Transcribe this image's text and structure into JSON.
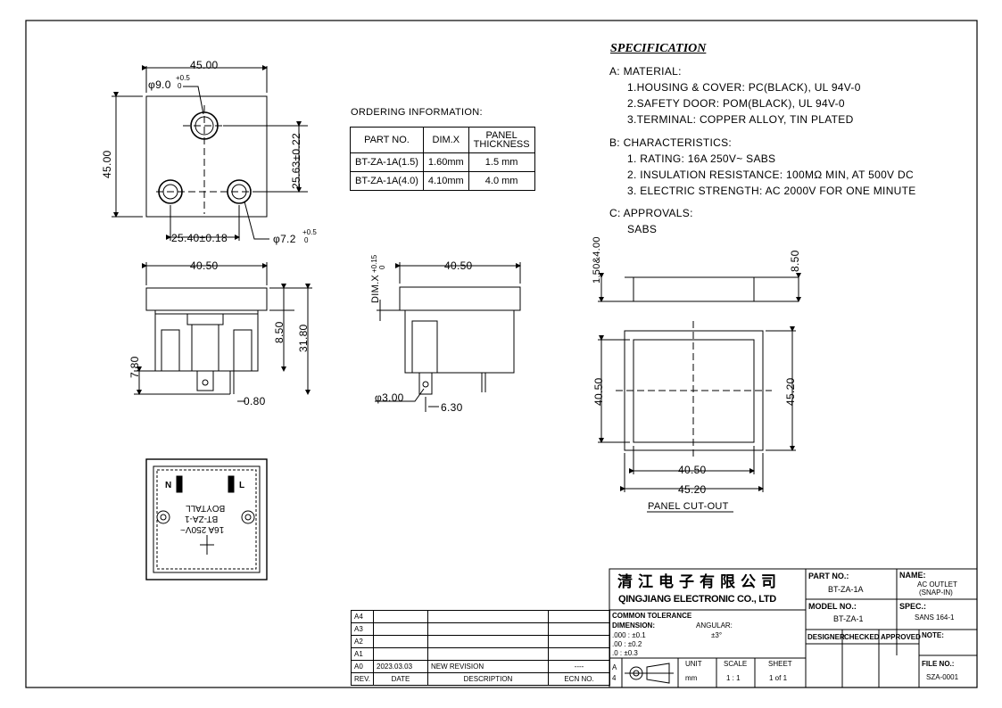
{
  "drawing": {
    "top_view": {
      "width_dim": "45.00",
      "height_dim": "45.00",
      "hole_large": "φ9.0",
      "hole_large_tol_top": "+0.5",
      "hole_large_tol_bottom": "0",
      "pin_spacing": "25.40±0.18",
      "vertical_dim": "25.63±0.22",
      "hole_small": "φ7.2",
      "hole_small_tol_top": "+0.5",
      "hole_small_tol_bottom": "0"
    },
    "side_view": {
      "width_dim": "40.50",
      "height_a": "8.50",
      "height_b": "31.80",
      "height_c": "7.80",
      "pin_dim": "0.80"
    },
    "side_view_2": {
      "width_dim": "40.50",
      "dim_label": "DIM.X",
      "dim_tol_top": "+0.15",
      "dim_tol_bottom": "0",
      "hole_dim": "φ3.00",
      "offset_dim": "6.30"
    },
    "bottom_view": {
      "label_n": "N",
      "label_l": "L",
      "rating": "16A 250V~",
      "model": "BT-ZA-1",
      "brand": "BOYTALL"
    },
    "panel_cutout": {
      "thickness_dim": "1.50&4.00",
      "height_dim": "8.50",
      "inner_height": "40.50",
      "outer_height": "45.20",
      "inner_width": "40.50",
      "outer_width": "45.20",
      "caption": "PANEL CUT-OUT"
    }
  },
  "ordering": {
    "title": "ORDERING INFORMATION:",
    "headers": [
      "PART NO.",
      "DIM.X",
      "PANEL THICKNESS"
    ],
    "header_panel_1": "PANEL",
    "header_panel_2": "THICKNESS",
    "rows": [
      [
        "BT-ZA-1A(1.5)",
        "1.60mm",
        "1.5 mm"
      ],
      [
        "BT-ZA-1A(4.0)",
        "4.10mm",
        "4.0 mm"
      ]
    ]
  },
  "specification": {
    "title": "SPECIFICATION",
    "lines": [
      "A:  MATERIAL:",
      "1.HOUSING & COVER: PC(BLACK), UL 94V-0",
      "2.SAFETY DOOR: POM(BLACK), UL 94V-0",
      "3.TERMINAL: COPPER ALLOY, TIN PLATED",
      "B:  CHARACTERISTICS:",
      "1. RATING: 16A 250V~ SABS",
      "2. INSULATION RESISTANCE: 100MΩ MIN, AT 500V DC",
      "3. ELECTRIC STRENGTH: AC 2000V FOR ONE MINUTE",
      "C:  APPROVALS:",
      "SABS"
    ]
  },
  "title_block": {
    "company_cn": "清江电子有限公司",
    "company_en": "QINGJIANG ELECTRONIC CO., LTD",
    "part_no_label": "PART NO.:",
    "part_no": "BT-ZA-1A",
    "name_label": "NAME:",
    "name_1": "AC OUTLET",
    "name_2": "(SNAP-IN)",
    "model_label": "MODEL NO.:",
    "model": "BT-ZA-1",
    "spec_label": "SPEC.:",
    "spec": "SANS 164-1",
    "tol_title": "COMMON TOLERANCE",
    "tol_dim": "DIMENSION:",
    "tol_ang": "ANGULAR:",
    "tol_ang_val": "±3°",
    "tol_1": ".000  :  ±0.1",
    "tol_2": ".00   :  ±0.2",
    "tol_3": ".0    :  ±0.3",
    "designer": "DESIGNER",
    "checked": "CHECKED",
    "approved": "APPROVED",
    "note": "NOTE:",
    "unit_label": "UNIT",
    "unit": "mm",
    "scale_label": "SCALE",
    "scale": "1 : 1",
    "sheet_label": "SHEET",
    "sheet": "1 of 1",
    "file_label": "FILE NO.:",
    "file": "SZA-0001",
    "size": "A",
    "size_n": "4"
  },
  "revisions": {
    "rows": [
      [
        "A4",
        "",
        "",
        ""
      ],
      [
        "A3",
        "",
        "",
        ""
      ],
      [
        "A2",
        "",
        "",
        ""
      ],
      [
        "A1",
        "",
        "",
        ""
      ],
      [
        "A0",
        "2023.03.03",
        "NEW REVISION",
        "----"
      ]
    ],
    "headers": [
      "REV.",
      "DATE",
      "DESCRIPTION",
      "ECN NO."
    ]
  }
}
